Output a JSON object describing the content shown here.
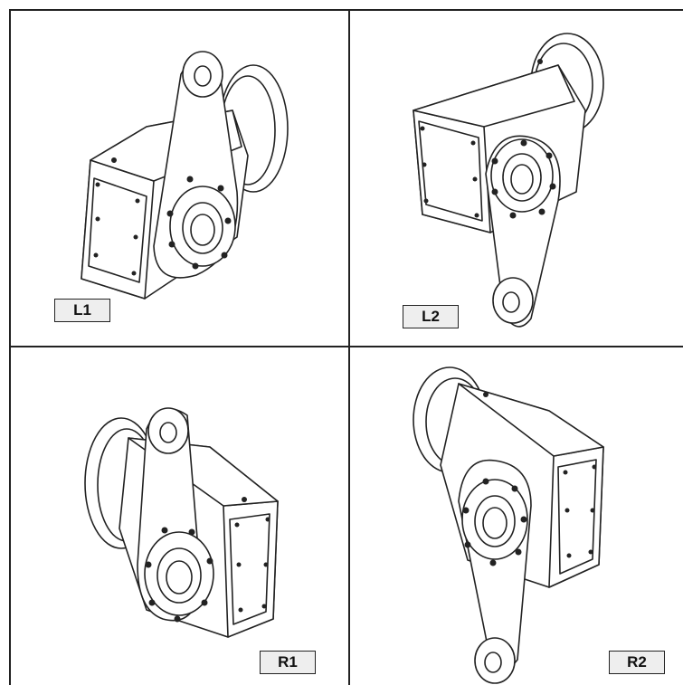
{
  "panels": [
    {
      "id": "L1",
      "label": "L1",
      "arm": "up",
      "side": "left"
    },
    {
      "id": "L2",
      "label": "L2",
      "arm": "down",
      "side": "left"
    },
    {
      "id": "R1",
      "label": "R1",
      "arm": "up",
      "side": "right"
    },
    {
      "id": "R2",
      "label": "R2",
      "arm": "down",
      "side": "right"
    }
  ],
  "colors": {
    "line": "#222222",
    "label_bg": "#eeeeee",
    "background": "#ffffff"
  }
}
